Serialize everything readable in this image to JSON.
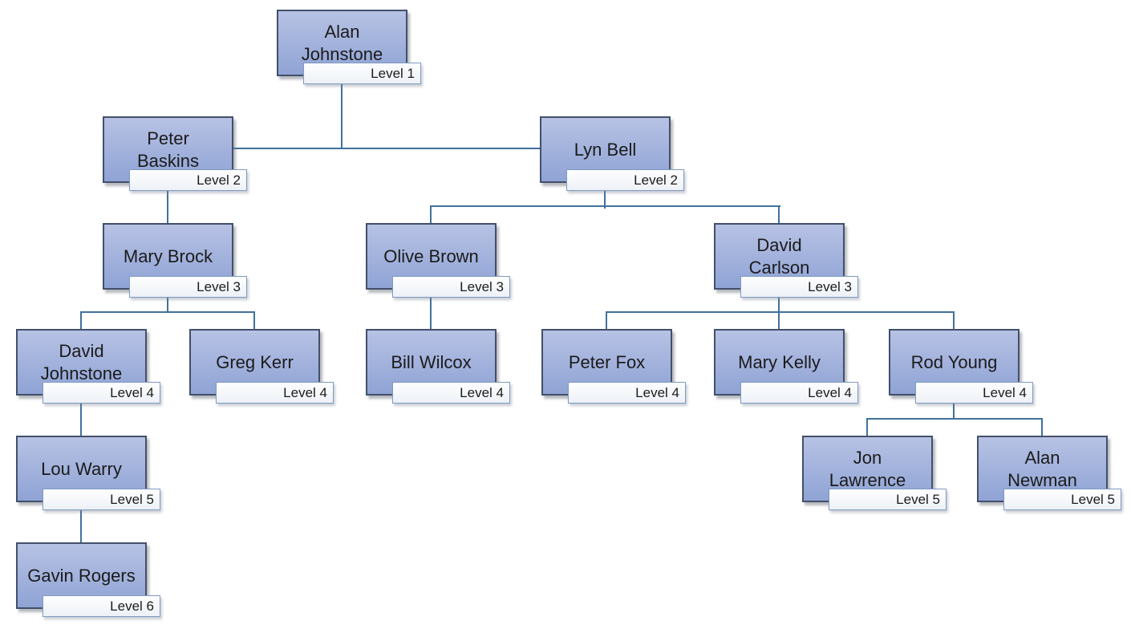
{
  "diagram": {
    "type": "org-chart",
    "nodes": [
      {
        "name": "Alan Johnstone",
        "line1": "Alan",
        "line2": "Johnstone",
        "level_label": "Level 1",
        "reports_to": null
      },
      {
        "name": "Peter Baskins",
        "line1": "Peter",
        "line2": "Baskins",
        "level_label": "Level 2",
        "reports_to": "Alan Johnstone"
      },
      {
        "name": "Lyn Bell",
        "line1": "Lyn Bell",
        "line2": "",
        "level_label": "Level 2",
        "reports_to": "Alan Johnstone"
      },
      {
        "name": "Mary Brock",
        "line1": "Mary Brock",
        "line2": "",
        "level_label": "Level 3",
        "reports_to": "Peter Baskins"
      },
      {
        "name": "Olive Brown",
        "line1": "Olive Brown",
        "line2": "",
        "level_label": "Level 3",
        "reports_to": "Lyn Bell"
      },
      {
        "name": "David Carlson",
        "line1": "David",
        "line2": "Carlson",
        "level_label": "Level 3",
        "reports_to": "Lyn Bell"
      },
      {
        "name": "David Johnstone",
        "line1": "David",
        "line2": "Johnstone",
        "level_label": "Level 4",
        "reports_to": "Mary Brock"
      },
      {
        "name": "Greg Kerr",
        "line1": "Greg Kerr",
        "line2": "",
        "level_label": "Level 4",
        "reports_to": "Mary Brock"
      },
      {
        "name": "Bill Wilcox",
        "line1": "Bill Wilcox",
        "line2": "",
        "level_label": "Level 4",
        "reports_to": "Olive Brown"
      },
      {
        "name": "Peter Fox",
        "line1": "Peter Fox",
        "line2": "",
        "level_label": "Level 4",
        "reports_to": "David Carlson"
      },
      {
        "name": "Mary Kelly",
        "line1": "Mary Kelly",
        "line2": "",
        "level_label": "Level 4",
        "reports_to": "David Carlson"
      },
      {
        "name": "Rod Young",
        "line1": "Rod Young",
        "line2": "",
        "level_label": "Level 4",
        "reports_to": "David Carlson"
      },
      {
        "name": "Lou Warry",
        "line1": "Lou Warry",
        "line2": "",
        "level_label": "Level 5",
        "reports_to": "David Johnstone"
      },
      {
        "name": "Gavin Rogers",
        "line1": "Gavin Rogers",
        "line2": "",
        "level_label": "Level 6",
        "reports_to": "Lou Warry"
      },
      {
        "name": "Jon Lawrence",
        "line1": "Jon",
        "line2": "Lawrence",
        "level_label": "Level 5",
        "reports_to": "Rod Young"
      },
      {
        "name": "Alan Newman",
        "line1": "Alan",
        "line2": "Newman",
        "level_label": "Level 5",
        "reports_to": "Rod Young"
      }
    ]
  },
  "colors": {
    "node_fill_top": "#b7c2e4",
    "node_fill_bottom": "#8fa3d5",
    "node_border": "#42506a",
    "label_fill_top": "#fefefe",
    "label_fill_bottom": "#edf1f7",
    "label_border": "#7f9ac2",
    "connector": "#41719c"
  }
}
